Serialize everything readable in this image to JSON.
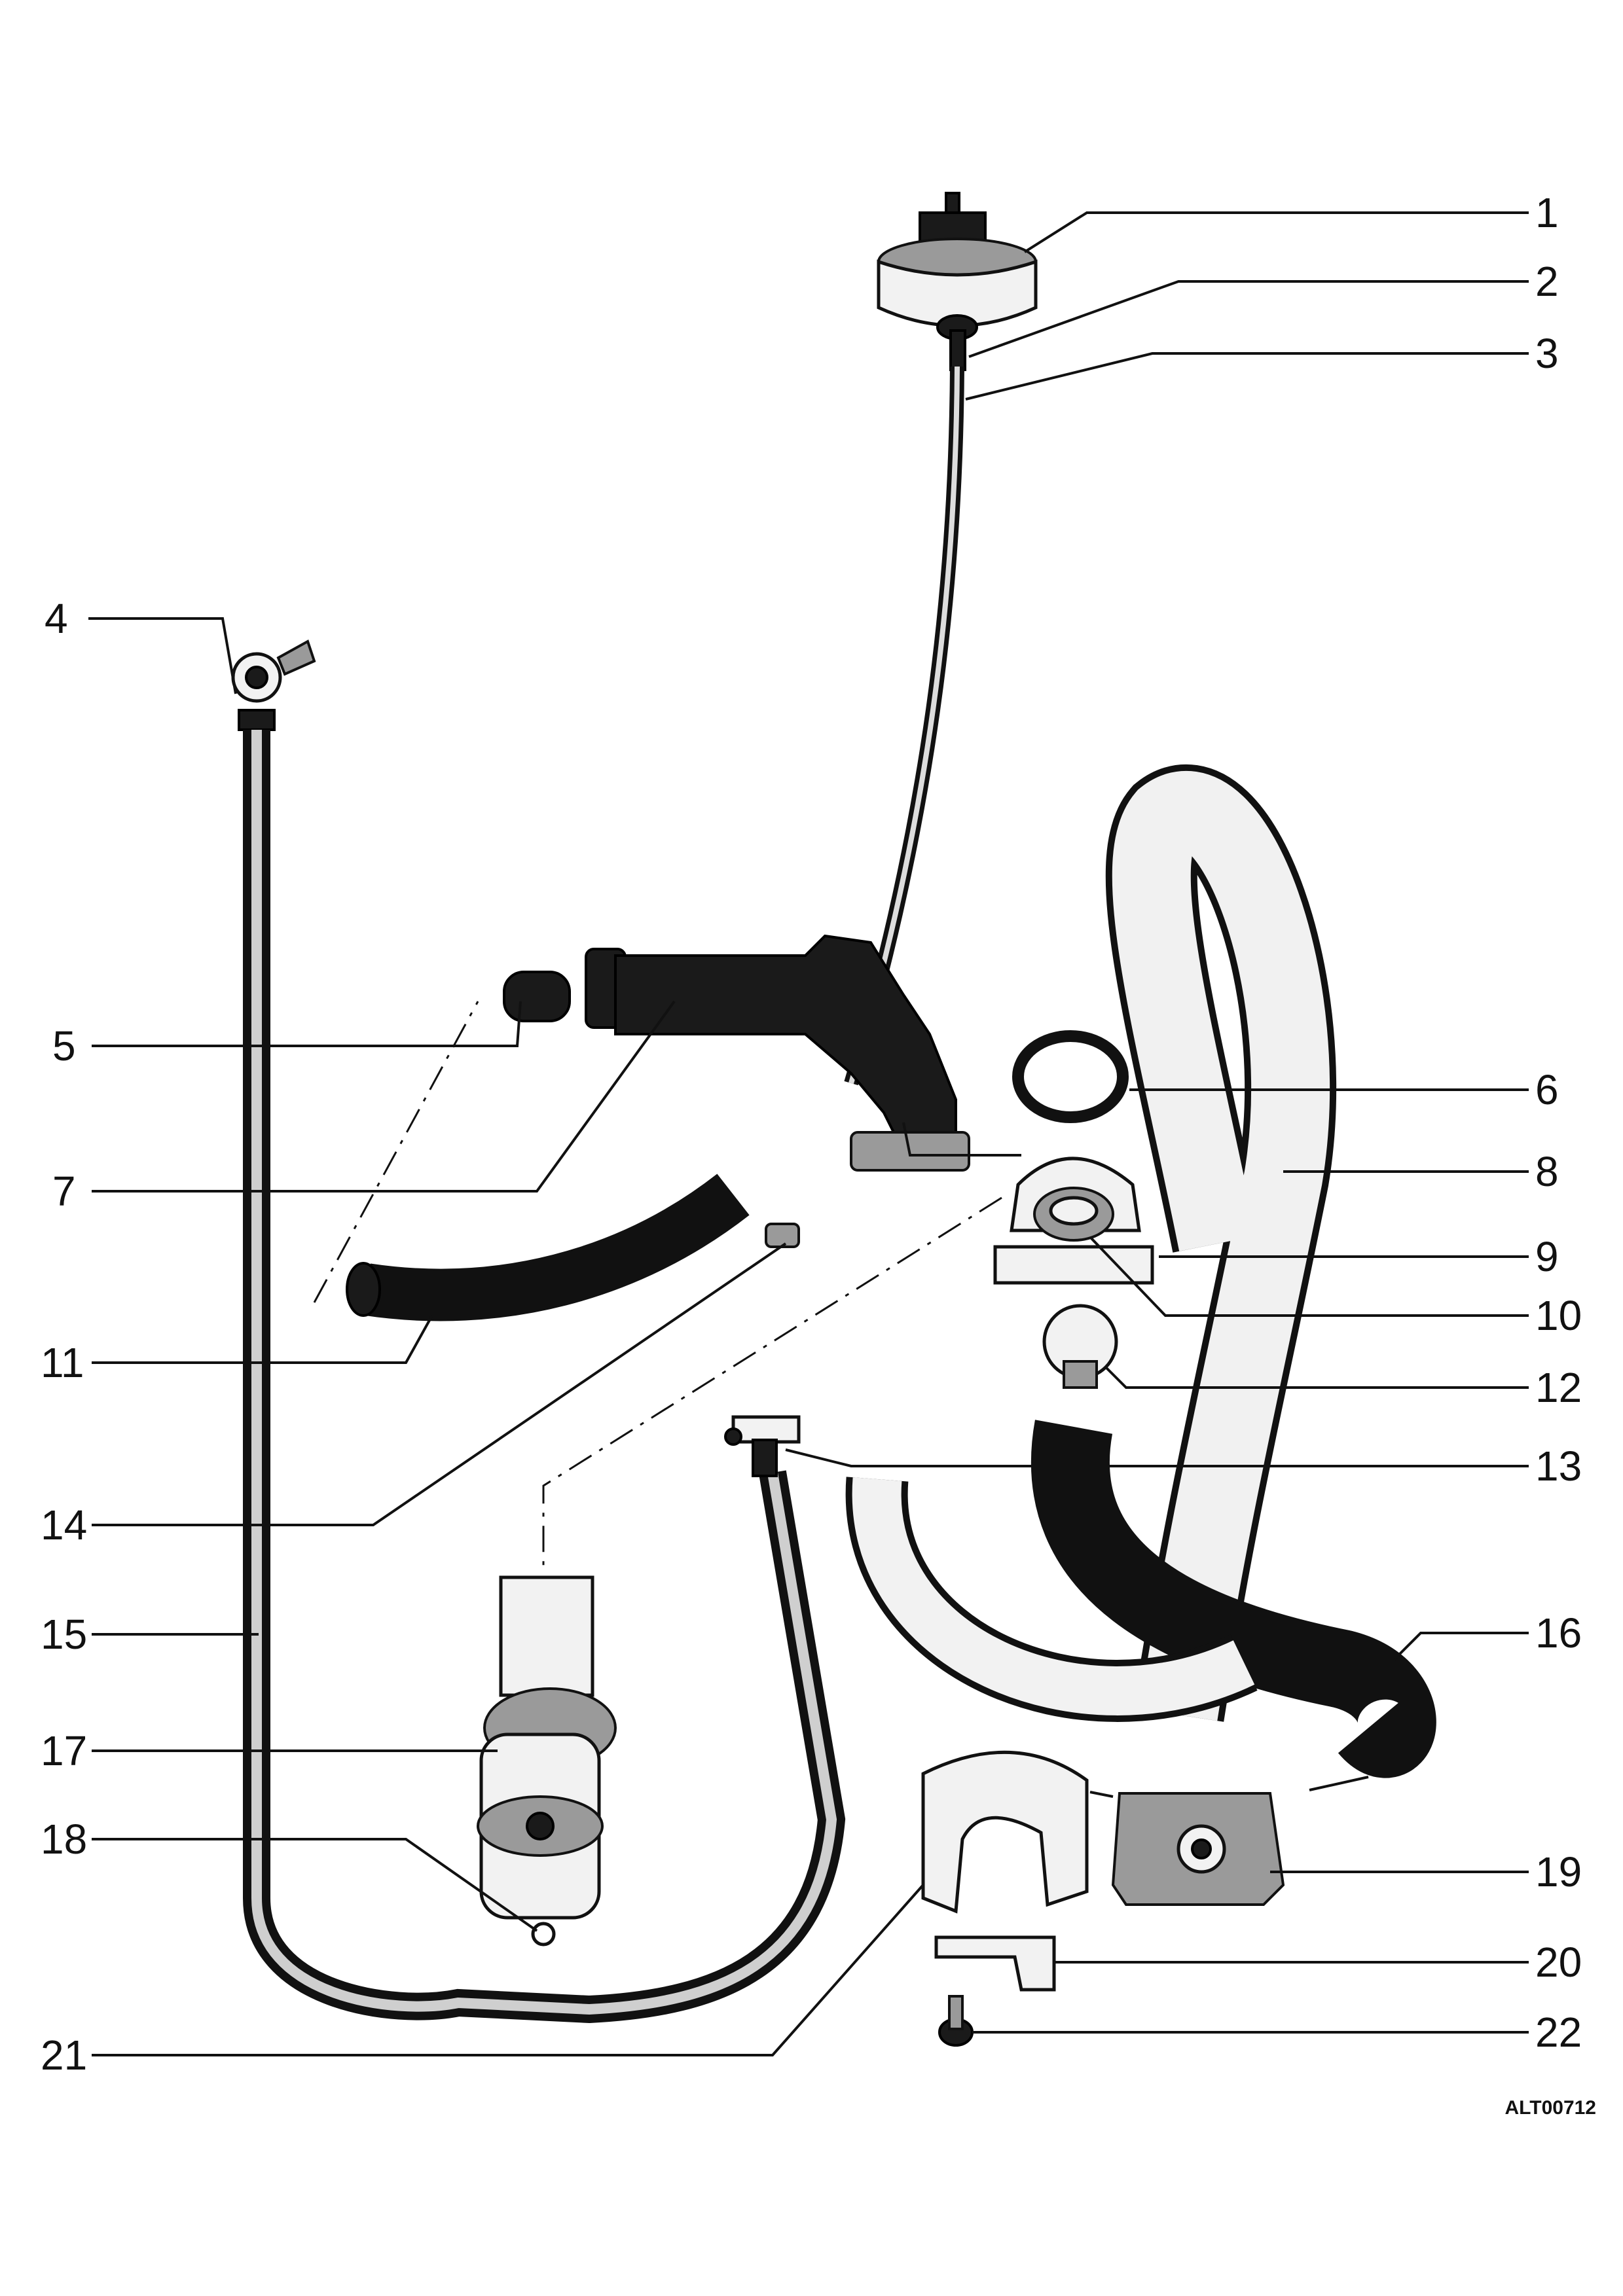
{
  "drawing_code": "ALT00712",
  "callouts": [
    {
      "id": "1",
      "text": "1"
    },
    {
      "id": "2",
      "text": "2"
    },
    {
      "id": "3",
      "text": "3"
    },
    {
      "id": "4",
      "text": "4"
    },
    {
      "id": "5",
      "text": "5"
    },
    {
      "id": "6",
      "text": "6"
    },
    {
      "id": "7",
      "text": "7"
    },
    {
      "id": "8",
      "text": "8"
    },
    {
      "id": "9",
      "text": "9"
    },
    {
      "id": "10",
      "text": "10"
    },
    {
      "id": "11",
      "text": "11"
    },
    {
      "id": "12",
      "text": "12"
    },
    {
      "id": "13",
      "text": "13"
    },
    {
      "id": "14",
      "text": "14"
    },
    {
      "id": "15",
      "text": "15"
    },
    {
      "id": "16",
      "text": "16"
    },
    {
      "id": "17",
      "text": "17"
    },
    {
      "id": "18",
      "text": "18"
    },
    {
      "id": "19",
      "text": "19"
    },
    {
      "id": "20",
      "text": "20"
    },
    {
      "id": "21",
      "text": "21"
    },
    {
      "id": "22",
      "text": "22"
    }
  ]
}
